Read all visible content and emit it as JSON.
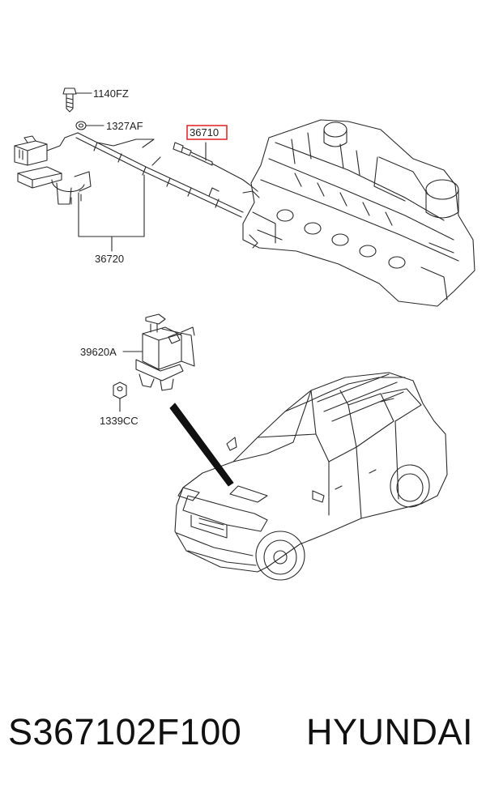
{
  "labels": {
    "bolt": "1140FZ",
    "clip": "1327AF",
    "plug": "36710",
    "harness": "36720",
    "relay": "39620A",
    "nut": "1339CC"
  },
  "colors": {
    "highlight": "#e02020",
    "ink": "#2a2a2a"
  },
  "caption": {
    "part_number": "S367102F100",
    "brand": "HYUNDAI"
  }
}
